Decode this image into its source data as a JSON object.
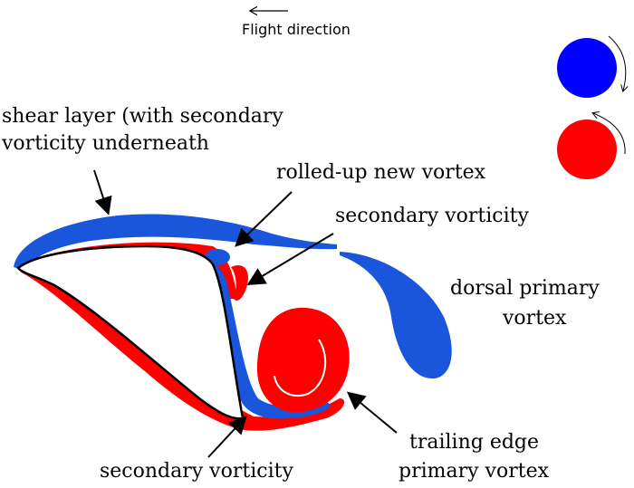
{
  "flight_direction": "Flight direction",
  "labels": {
    "shear_layer_1": "shear layer (with secondary",
    "shear_layer_2": "vorticity underneath",
    "rolled_up": "rolled-up new vortex",
    "secondary_top": "secondary vorticity",
    "dorsal_1": "dorsal primary",
    "dorsal_2": "vortex",
    "trailing_1": "trailing edge",
    "trailing_2": "primary vortex",
    "secondary_bottom": "secondary vorticity"
  },
  "colors": {
    "positive_vorticity": "#0000ff",
    "negative_vorticity": "#ff0000",
    "shear_blue": "#1a56db"
  },
  "legend": [
    {
      "color": "blue",
      "rotation": "clockwise"
    },
    {
      "color": "red",
      "rotation": "counter-clockwise"
    }
  ]
}
